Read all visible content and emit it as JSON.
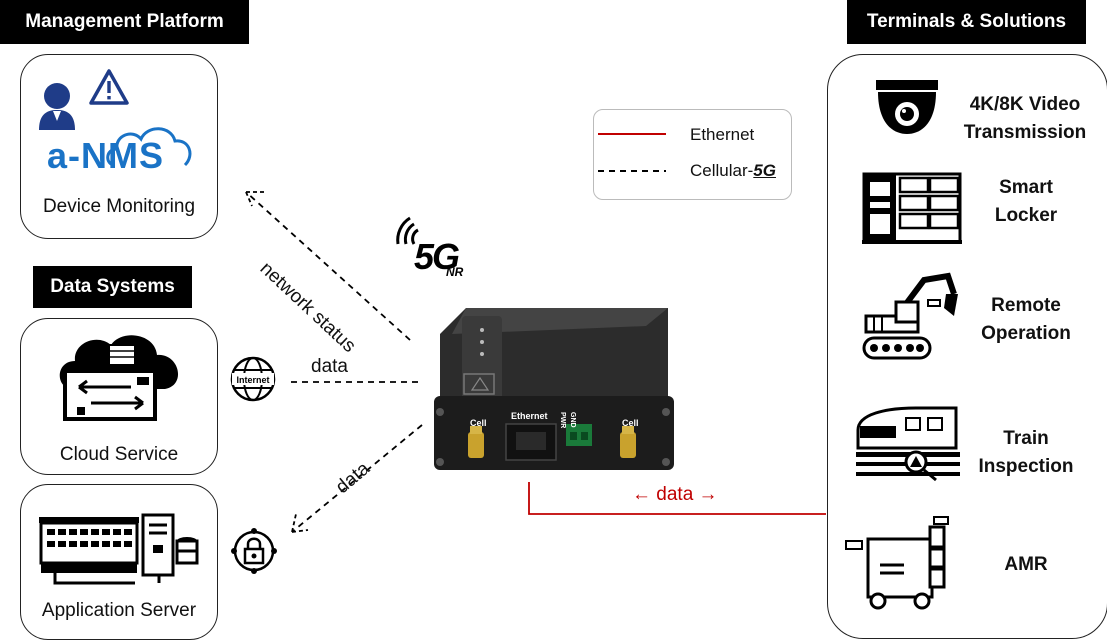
{
  "headers": {
    "management": "Management Platform",
    "data_systems": "Data Systems",
    "terminals": "Terminals & Solutions"
  },
  "management": {
    "logo_text": "a-NMS",
    "label": "Device Monitoring"
  },
  "data_systems": {
    "cloud_label": "Cloud Service",
    "app_label": "Application Server",
    "internet_icon_text": "Internet"
  },
  "legend": {
    "ethernet": "Ethernet",
    "cellular_prefix": "Cellular-",
    "cellular_suffix": "5G"
  },
  "connections": {
    "network_status": "network status",
    "data_internet": "data",
    "data_app": "data",
    "data_ethernet": "data",
    "arrow_left": "←",
    "arrow_right": "→"
  },
  "badge": {
    "big": "5G",
    "small": "NR"
  },
  "router": {
    "cell_left": "Cell",
    "ethernet": "Ethernet",
    "pwr": "PWR",
    "gnd": "GND",
    "cell_right": "Cell"
  },
  "terminals": [
    {
      "line1": "4K/8K Video",
      "line2": "Transmission"
    },
    {
      "line1": "Smart",
      "line2": "Locker"
    },
    {
      "line1": "Remote",
      "line2": "Operation"
    },
    {
      "line1": "Train",
      "line2": "Inspection"
    },
    {
      "line1": "AMR",
      "line2": ""
    }
  ],
  "colors": {
    "ethernet_line": "#c00000",
    "icon_blue": "#1f3c88",
    "nms_blue": "#1a73c6"
  }
}
